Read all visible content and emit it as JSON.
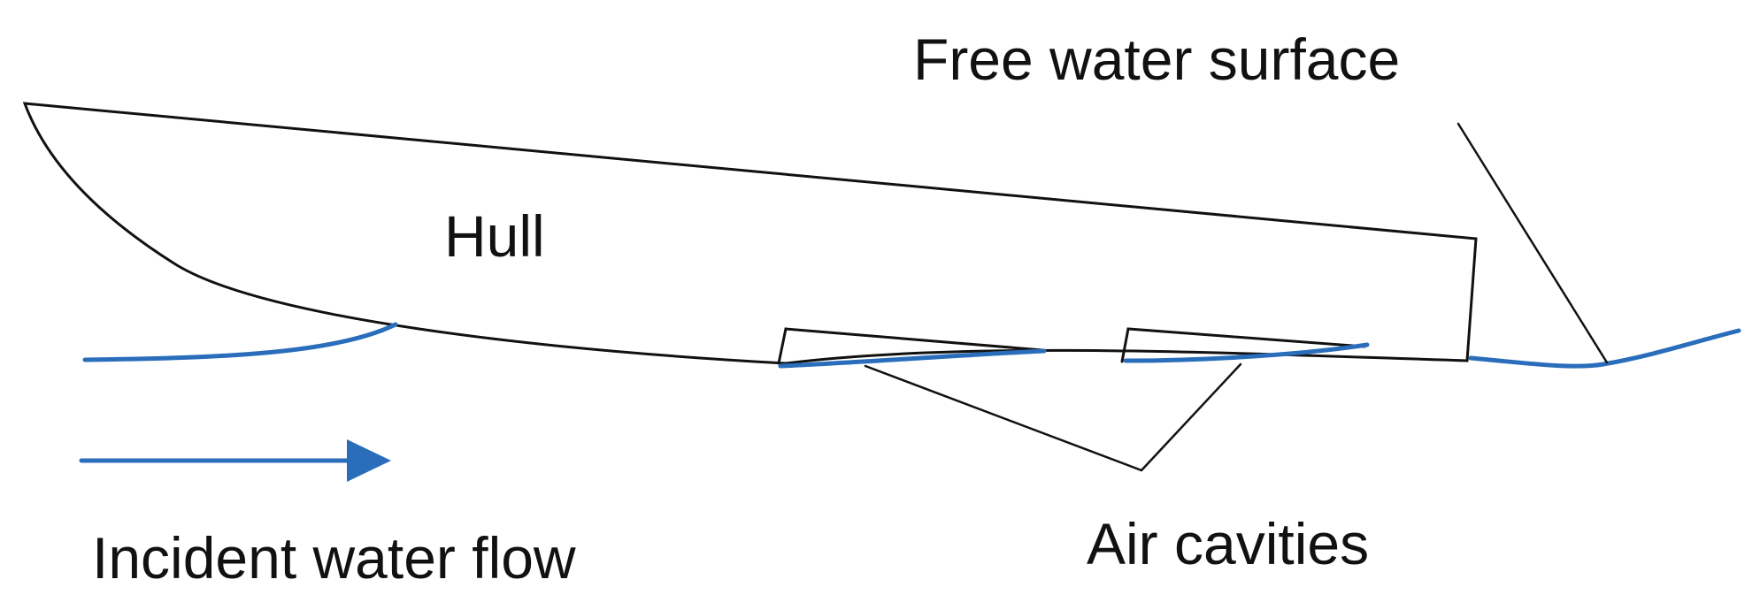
{
  "labels": {
    "free_surface": "Free water surface",
    "hull": "Hull",
    "incident_flow": "Incident water flow",
    "air_cavities": "Air cavities"
  },
  "colors": {
    "water": "#2a6ebb",
    "outline": "#111111",
    "background": "#ffffff"
  }
}
